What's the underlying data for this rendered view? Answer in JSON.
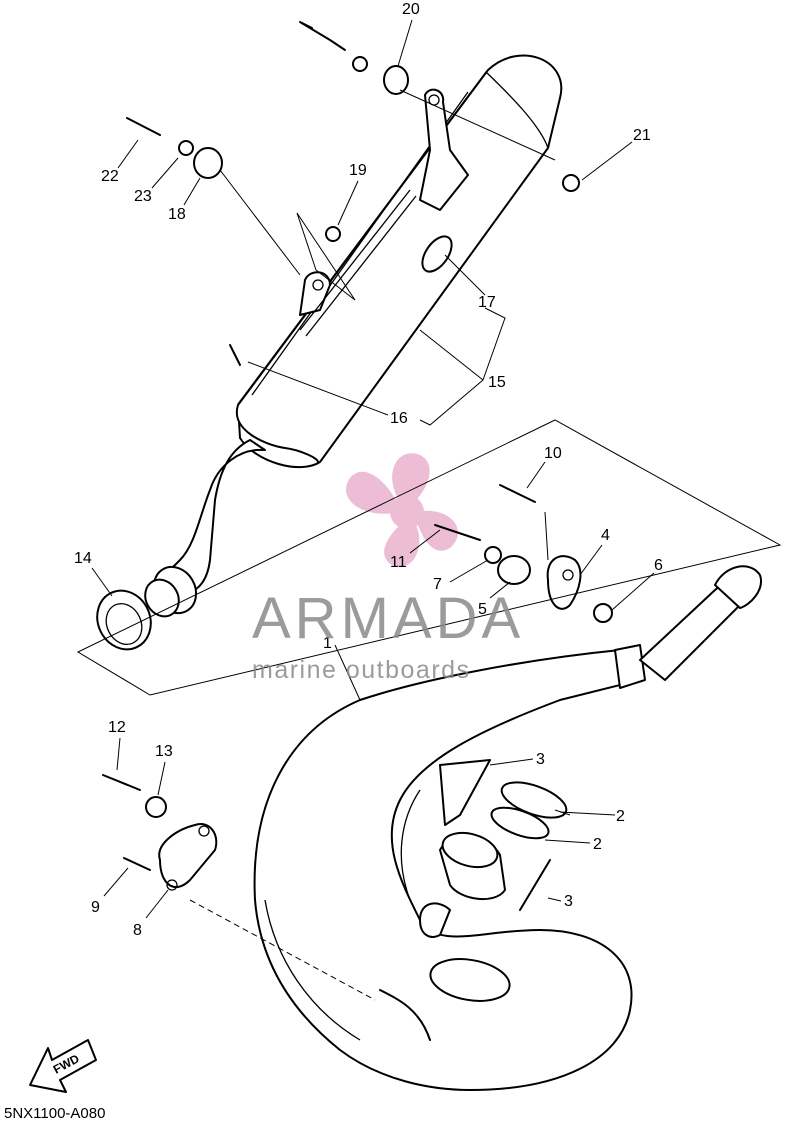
{
  "diagram_code": "5NX1100-A080",
  "watermark": {
    "brand": "ARMADA",
    "tagline": "marine outboards",
    "accent_color": "#e7a6c8",
    "text_color": "#8a8a8a"
  },
  "direction_label": "FWD",
  "part_numbers": {
    "p1": "1",
    "p2a": "2",
    "p2b": "2",
    "p3a": "3",
    "p3b": "3",
    "p4": "4",
    "p5": "5",
    "p6": "6",
    "p7": "7",
    "p8": "8",
    "p9": "9",
    "p10": "10",
    "p11": "11",
    "p12": "12",
    "p13": "13",
    "p14": "14",
    "p15": "15",
    "p16": "16",
    "p17": "17",
    "p18": "18",
    "p19": "19",
    "p20": "20",
    "p21": "21",
    "p22": "22",
    "p23": "23"
  }
}
